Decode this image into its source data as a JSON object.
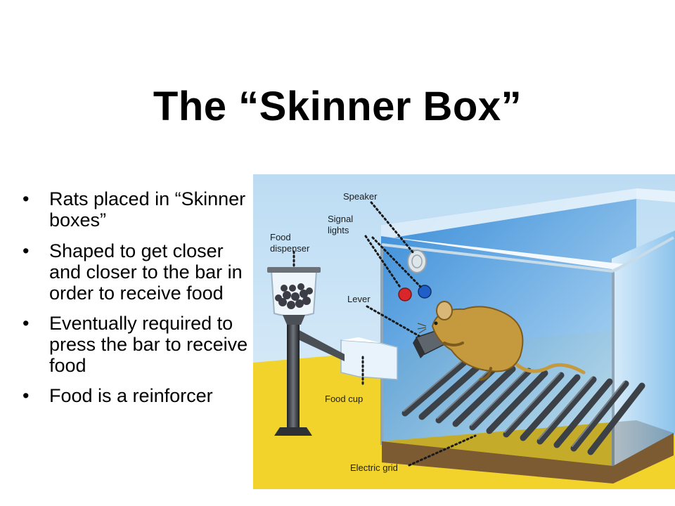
{
  "slide": {
    "title": "The “Skinner Box”",
    "bullets": [
      "Rats placed in “Skinner boxes”",
      "Shaped to get closer and closer to the bar in order to receive food",
      "Eventually required to press the bar to receive food",
      "Food is a reinforcer"
    ],
    "bullet_glyph": "•"
  },
  "figure": {
    "labels": {
      "speaker": "Speaker",
      "signal_1": "Signal",
      "signal_2": "lights",
      "food_dispenser_1": "Food",
      "food_dispenser_2": "dispenser",
      "lever": "Lever",
      "food_cup": "Food cup",
      "electric_grid": "Electric grid"
    },
    "colors": {
      "sky": "#cfe6f7",
      "floor": "#f1d32b",
      "box_glass": "#a9d3f2",
      "rat": "#c59a3f",
      "grid_bar": "#3c4147",
      "light_red": "#d8262a",
      "light_blue": "#1f5fc8"
    }
  }
}
